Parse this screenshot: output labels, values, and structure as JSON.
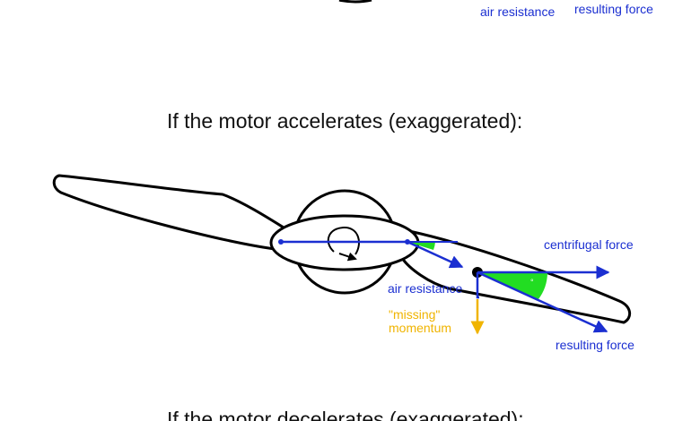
{
  "top_section": {
    "air_resistance_label": "air resistance",
    "resulting_force_label": "resulting force"
  },
  "accelerate_section": {
    "heading": "If the motor accelerates (exaggerated):",
    "labels": {
      "centrifugal_force": "centrifugal force",
      "air_resistance": "air resistance",
      "missing_line1": "\"missing\"",
      "missing_line2": "momentum",
      "resulting_force": "resulting force"
    }
  },
  "decelerate_section": {
    "heading": "If the motor decelerates (exaggerated):"
  },
  "colors": {
    "force_arrow": "#1b2fd1",
    "force_text": "#1b2fd1",
    "missing_momentum": "#f0b400",
    "angle_fill": "#22dd22",
    "outline": "#000000"
  },
  "icons": {
    "rotation": "clockwise-rotation-arrow-icon"
  }
}
